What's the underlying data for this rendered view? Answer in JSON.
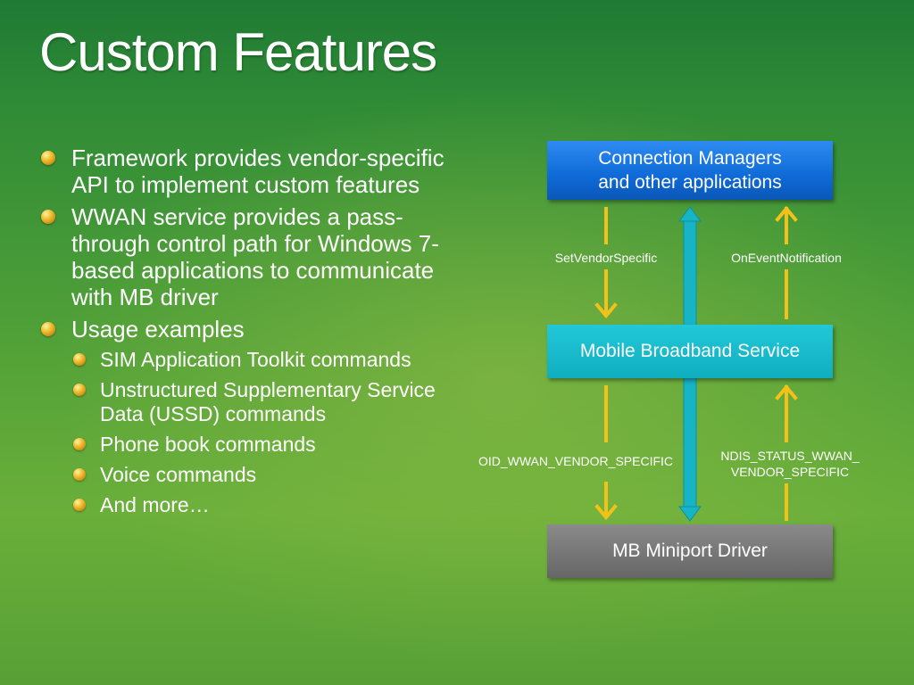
{
  "title": "Custom Features",
  "bullets": [
    {
      "level": 1,
      "text": "Framework provides vendor-specific API to implement custom features"
    },
    {
      "level": 1,
      "text": "WWAN service provides a pass-through control path for Windows 7-based applications to communicate with MB driver"
    },
    {
      "level": 1,
      "text": "Usage examples"
    },
    {
      "level": 2,
      "text": "SIM Application Toolkit commands"
    },
    {
      "level": 2,
      "text": "Unstructured Supplementary Service Data (USSD) commands"
    },
    {
      "level": 2,
      "text": "Phone book commands"
    },
    {
      "level": 2,
      "text": "Voice commands"
    },
    {
      "level": 2,
      "text": "And more…"
    }
  ],
  "diagram": {
    "top_box": "Connection Managers\nand other applications",
    "middle_box": "Mobile Broadband Service",
    "bottom_box": "MB Miniport Driver",
    "label_set_vendor": "SetVendorSpecific",
    "label_on_event": "OnEventNotification",
    "label_oid": "OID_WWAN_VENDOR_SPECIFIC",
    "label_ndis_line1": "NDIS_STATUS_WWAN_",
    "label_ndis_line2": "VENDOR_SPECIFIC",
    "colors": {
      "top_box": "#0f6ad8",
      "middle_box": "#10aebf",
      "bottom_box": "#707070",
      "yellow_arrow": "#f2c21a",
      "teal_arrow": "#16b4c4"
    }
  }
}
